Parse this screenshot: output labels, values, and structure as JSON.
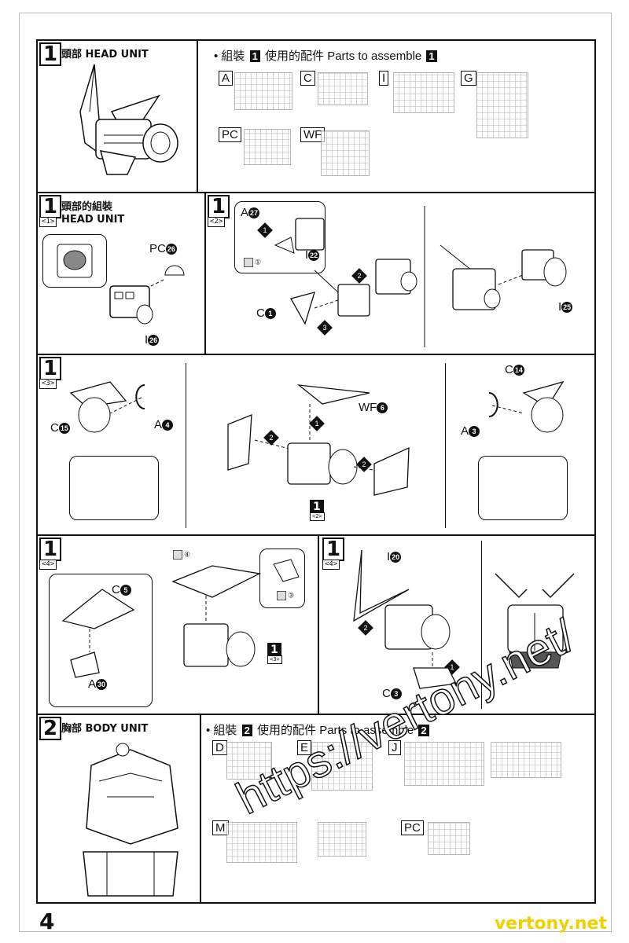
{
  "page_number": "4",
  "section1": {
    "step": "1",
    "title": "頭部 HEAD UNIT",
    "parts_prefix": "• 組裝",
    "parts_mid": "使用的配件",
    "parts_en": "Parts to assemble",
    "runners": [
      "A",
      "C",
      "I",
      "G",
      "PC",
      "WF"
    ]
  },
  "panel_1_1": {
    "step": "1",
    "substep": "<1>",
    "title_line1": "頭部的組裝",
    "title_line2": "HEAD UNIT",
    "callouts": {
      "pc": "PC",
      "pc_num": "26",
      "i": "I",
      "i_num": "26"
    }
  },
  "panel_1_2": {
    "step": "1",
    "substep": "<2>",
    "callouts": {
      "a": "A",
      "a_num": "27",
      "i22": "I",
      "i22_num": "22",
      "c1": "C",
      "c1_num": "1",
      "i25": "I",
      "i25_num": "25"
    },
    "tool_num": "①",
    "seq": [
      "1",
      "2",
      "3"
    ]
  },
  "panel_1_3": {
    "step": "1",
    "substep": "<3>",
    "callouts": {
      "c15": "C",
      "c15_num": "15",
      "a4": "A",
      "a4_num": "4",
      "wf6": "WF",
      "wf6_num": "6",
      "c14": "C",
      "c14_num": "14",
      "a3": "A",
      "a3_num": "3"
    },
    "ref_step": "1",
    "ref_sub": "<2>",
    "seq": [
      "1",
      "2",
      "2"
    ]
  },
  "panel_1_4a": {
    "step": "1",
    "substep": "<4>",
    "callouts": {
      "c5": "C",
      "c5_num": "5",
      "a30": "A",
      "a30_num": "30"
    },
    "tool4": "④",
    "tool3": "③",
    "ref_step": "1",
    "ref_sub": "<3>"
  },
  "panel_1_4b": {
    "step": "1",
    "substep": "<4>",
    "callouts": {
      "i20": "I",
      "i20_num": "20",
      "c3": "C",
      "c3_num": "3"
    },
    "seq": [
      "1",
      "2"
    ]
  },
  "section2": {
    "step": "2",
    "title": "胸部 BODY UNIT",
    "parts_prefix": "• 組裝",
    "parts_mid": "使用的配件",
    "parts_en": "Parts to assemble",
    "runners": [
      "D",
      "E",
      "J",
      "M",
      "PC"
    ]
  },
  "watermark": "https://vertony.net/",
  "watermark2": "vertony.net"
}
